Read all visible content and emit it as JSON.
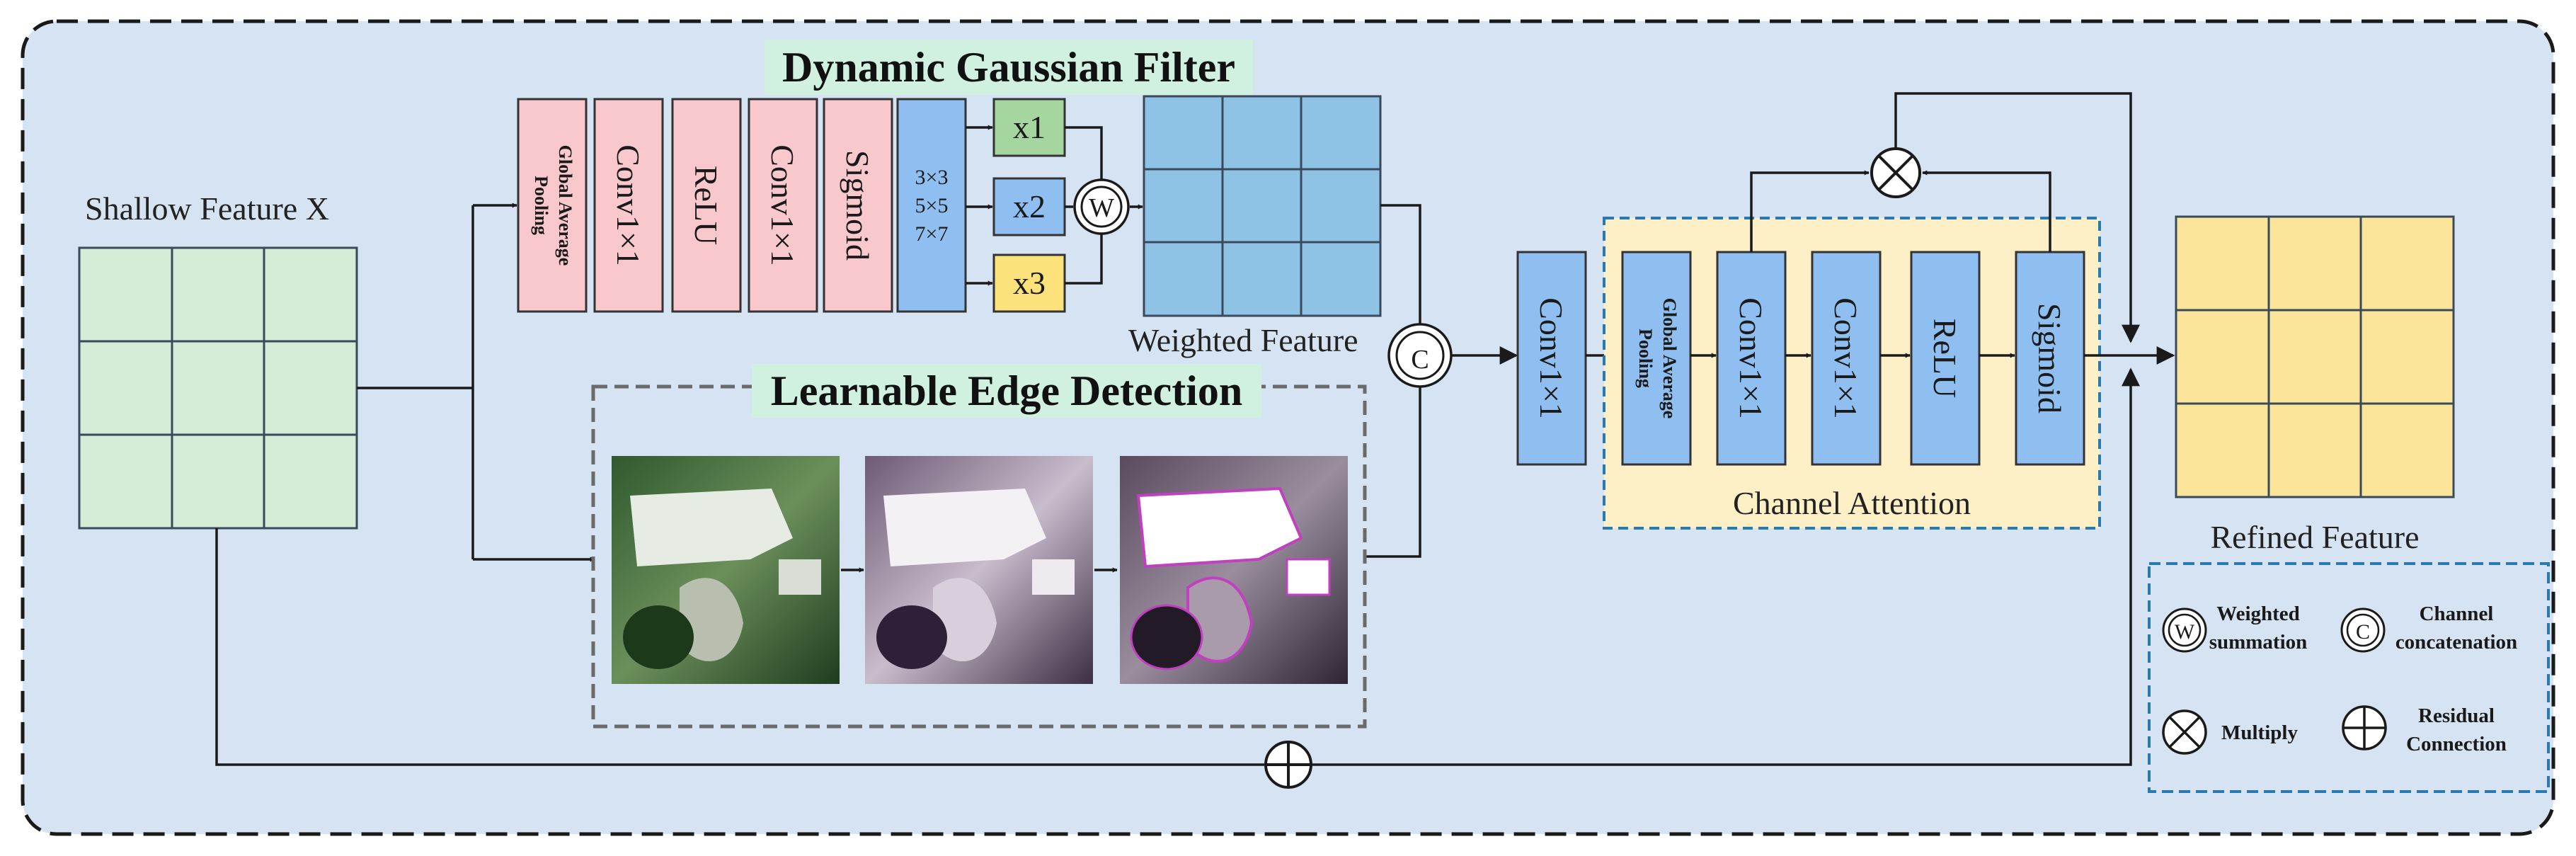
{
  "titles": {
    "dynamic_gaussian_filter": "Dynamic Gaussian Filter",
    "learnable_edge_detection": "Learnable Edge Detection"
  },
  "labels": {
    "shallow_feature": "Shallow Feature X",
    "weighted_feature": "Weighted Feature",
    "refined_feature": "Refined Feature",
    "channel_attention": "Channel Attention"
  },
  "gaussian_blocks": {
    "gap_line1": "Global Average",
    "gap_line2": "Pooling",
    "conv_a": "Conv1×1",
    "relu": "ReLU",
    "conv_b": "Conv1×1",
    "sigmoid": "Sigmoid",
    "kernel1": "3×3",
    "kernel2": "5×5",
    "kernel3": "7×7",
    "x1": "x1",
    "x2": "x2",
    "x3": "x3"
  },
  "attention_blocks": {
    "conv_main": "Conv1×1",
    "gap_line1": "Global Average",
    "gap_line2": "Pooling",
    "conv_a": "Conv1×1",
    "conv_b": "Conv1×1",
    "relu": "ReLU",
    "sigmoid": "Sigmoid"
  },
  "symbols": {
    "weighted": "W",
    "concat": "C"
  },
  "legend": {
    "weighted_line1": "Weighted",
    "weighted_line2": "summation",
    "concat_line1": "Channel",
    "concat_line2": "concatenation",
    "multiply": "Multiply",
    "residual_line1": "Residual",
    "residual_line2": "Connection"
  },
  "colors": {
    "background": "#d6e3f2",
    "green_grid": "#d6ecd6",
    "blue_grid": "#8ec3e6",
    "yellow_grid": "#fbe59a",
    "pink_block": "#f8c8cc",
    "blue_block": "#8fbff0",
    "green_x1": "#a6d6a0",
    "yellow_x3": "#fbe27a",
    "attention_bg": "#fdf0c6",
    "title_highlight": "#d0f0e0"
  }
}
